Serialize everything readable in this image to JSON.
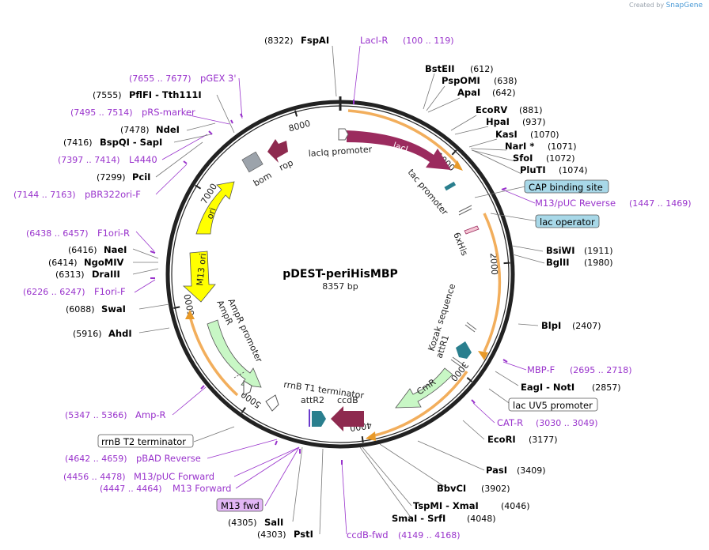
{
  "watermark": {
    "prefix": "Created by",
    "brand": "SnapGene"
  },
  "plasmid": {
    "name": "pDEST-periHisMBP",
    "size_label": "8357 bp",
    "length": 8357
  },
  "ticks": [
    "1000",
    "2000",
    "3000",
    "4000",
    "5000",
    "6000",
    "7000",
    "8000"
  ],
  "enzymes": [
    {
      "name": "FspAI",
      "pos": "(8322)"
    },
    {
      "name": "BstEII",
      "pos": "(612)"
    },
    {
      "name": "PspOMI",
      "pos": "(638)"
    },
    {
      "name": "ApaI",
      "pos": "(642)"
    },
    {
      "name": "EcoRV",
      "pos": "(881)"
    },
    {
      "name": "HpaI",
      "pos": "(937)"
    },
    {
      "name": "KasI",
      "pos": "(1070)"
    },
    {
      "name": "NarI *",
      "pos": "(1071)"
    },
    {
      "name": "SfoI",
      "pos": "(1072)"
    },
    {
      "name": "PluTI",
      "pos": "(1074)"
    },
    {
      "name": "BsiWI",
      "pos": "(1911)"
    },
    {
      "name": "BglII",
      "pos": "(1980)"
    },
    {
      "name": "BlpI",
      "pos": "(2407)"
    },
    {
      "name": "EagI - NotI",
      "pos": "(2857)"
    },
    {
      "name": "EcoRI",
      "pos": "(3177)"
    },
    {
      "name": "PasI",
      "pos": "(3409)"
    },
    {
      "name": "BbvCI",
      "pos": "(3902)"
    },
    {
      "name": "TspMI - XmaI",
      "pos": "(4046)"
    },
    {
      "name": "SmaI - SrfI",
      "pos": "(4048)"
    },
    {
      "name": "PstI",
      "pos": "(4303)"
    },
    {
      "name": "SalI",
      "pos": "(4305)"
    },
    {
      "name": "AhdI",
      "pos": "(5916)"
    },
    {
      "name": "SwaI",
      "pos": "(6088)"
    },
    {
      "name": "DraIII",
      "pos": "(6313)"
    },
    {
      "name": "NgoMIV",
      "pos": "(6414)"
    },
    {
      "name": "NaeI",
      "pos": "(6416)"
    },
    {
      "name": "PciI",
      "pos": "(7299)"
    },
    {
      "name": "BspQI - SapI",
      "pos": "(7416)"
    },
    {
      "name": "NdeI",
      "pos": "(7478)"
    },
    {
      "name": "PflFI - Tth111I",
      "pos": "(7555)"
    }
  ],
  "primers": [
    {
      "name": "LacI-R",
      "range": "(100 .. 119)"
    },
    {
      "name": "M13/pUC Reverse",
      "range": "(1447 .. 1469)"
    },
    {
      "name": "MBP-F",
      "range": "(2695 .. 2718)"
    },
    {
      "name": "CAT-R",
      "range": "(3030 .. 3049)"
    },
    {
      "name": "ccdB-fwd",
      "range": "(4149 .. 4168)"
    },
    {
      "name": "M13 Forward",
      "range": "(4447 .. 4464)"
    },
    {
      "name": "M13/pUC Forward",
      "range": "(4456 .. 4478)"
    },
    {
      "name": "pBAD Reverse",
      "range": "(4642 .. 4659)"
    },
    {
      "name": "Amp-R",
      "range": "(5347 .. 5366)"
    },
    {
      "name": "F1ori-F",
      "range": "(6226 .. 6247)"
    },
    {
      "name": "F1ori-R",
      "range": "(6438 .. 6457)"
    },
    {
      "name": "pBR322ori-F",
      "range": "(7144 .. 7163)"
    },
    {
      "name": "L4440",
      "range": "(7397 .. 7414)"
    },
    {
      "name": "pRS-marker",
      "range": "(7495 .. 7514)"
    },
    {
      "name": "pGEX 3'",
      "range": "(7655 .. 7677)"
    }
  ],
  "boxed_labels": {
    "cap_binding_site": "CAP binding site",
    "lac_operator": "lac operator",
    "lac_uv5_promoter": "lac UV5 promoter",
    "rrnb_t2_terminator": "rrnB T2 terminator",
    "m13_fwd": "M13 fwd"
  },
  "features": {
    "laci": "lacI",
    "laciq_promoter": "lacIq promoter",
    "tac_promoter": "tac promoter",
    "his6": "6xHis",
    "kozak": "Kozak sequence",
    "attr1": "attR1",
    "cmr": "CmR",
    "ccdb": "ccdB",
    "attr2": "attR2",
    "rrnb_t1": "rrnB T1 terminator",
    "ampr_promoter": "AmpR promoter",
    "ampr": "AmpR",
    "m13_ori": "M13 ori",
    "ori": "ori",
    "bom": "bom",
    "rop": "rop"
  },
  "colors": {
    "backbone": "#222222",
    "enzyme_text": "#000000",
    "primer_text": "#9933cc",
    "laci": "#9b2b5e",
    "cmr": "#c8f7c5",
    "ampr": "#c8f7c5",
    "ori": "#ffff00",
    "rop": "#8e2a4f",
    "bom": "#9ca3ab",
    "teal": "#2a7f8e",
    "orange_arc": "#f0a040",
    "boxed_blue": "#a8d8e8"
  }
}
